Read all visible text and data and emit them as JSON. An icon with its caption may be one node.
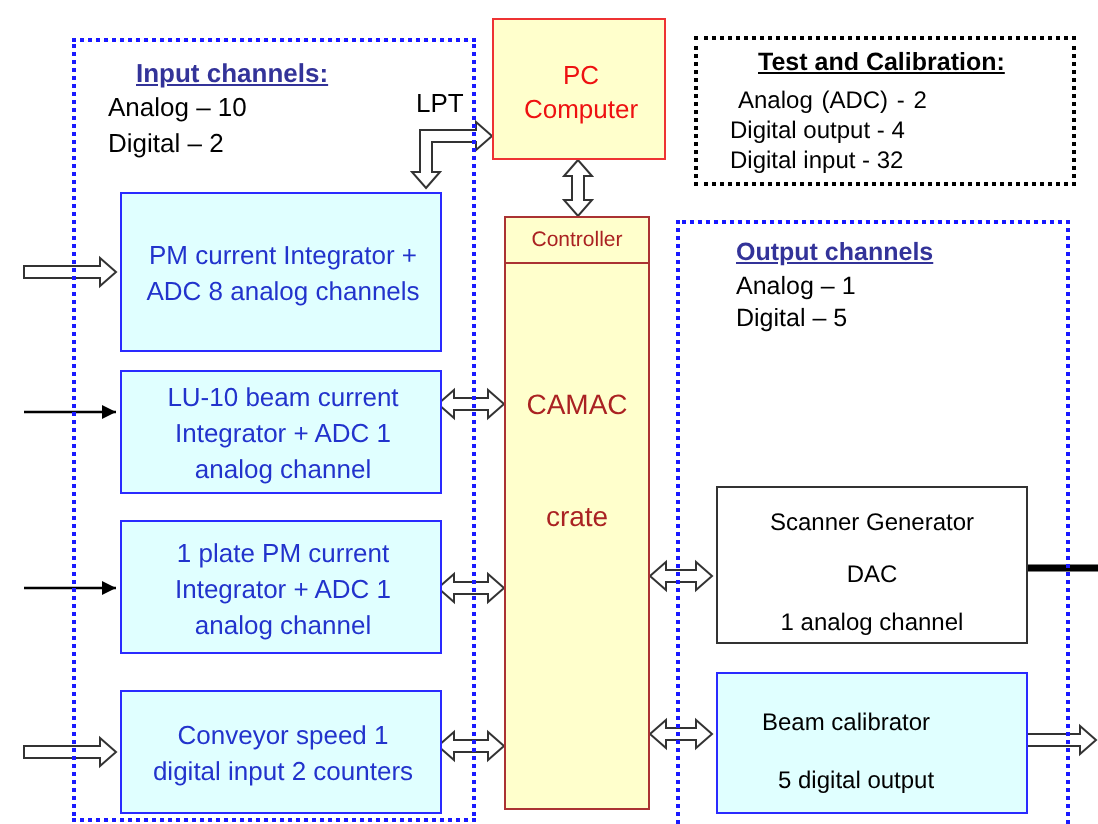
{
  "diagram": {
    "nodes": [
      {
        "text": [
          "Input channels:",
          "Analog – 10",
          "Digital – 2"
        ]
      },
      {
        "text": [
          "PM current Integrator + ADC 8 analog channels"
        ],
        "in": 0
      },
      {
        "text": [
          "LU-10 beam current Integrator + ADC 1 analog channel"
        ],
        "in": 0
      },
      {
        "text": [
          "1 plate PM current Integrator + ADC 1 analog channel"
        ],
        "in": 0
      },
      {
        "text": [
          "Conveyor speed 1 digital input 2 counters"
        ],
        "in": 0
      },
      {
        "text": [
          "PC Computer"
        ]
      },
      {
        "text": [
          "Controller",
          "CAMAC",
          "crate"
        ]
      },
      {
        "text": [
          "Test and Calibration:",
          "Analog (ADC) - 2",
          "Digital output - 4",
          "Digital input - 32"
        ]
      },
      {
        "text": [
          "Output channels",
          "Analog – 1",
          "Digital – 5"
        ]
      },
      {
        "text": [
          "Scanner Generator",
          "DAC",
          "1 analog channel"
        ],
        "in": 8
      },
      {
        "text": [
          "Beam calibrator",
          "5 digital output"
        ],
        "in": 8
      }
    ],
    "edges": [
      {
        "from": null,
        "to": 1,
        "arrow": "to"
      },
      {
        "from": null,
        "to": 2,
        "arrow": "to",
        "color": "#000000"
      },
      {
        "from": null,
        "to": 3,
        "arrow": "to",
        "color": "#000000"
      },
      {
        "from": null,
        "to": 4,
        "arrow": "to"
      },
      {
        "from": 1,
        "to": 5,
        "arrow": "both",
        "label": "LPT"
      },
      {
        "from": 5,
        "to": 6,
        "arrow": "both"
      },
      {
        "from": 2,
        "to": 6,
        "arrow": "both"
      },
      {
        "from": 3,
        "to": 6,
        "arrow": "both"
      },
      {
        "from": 4,
        "to": 6,
        "arrow": "both"
      },
      {
        "from": 6,
        "to": 9,
        "arrow": "both"
      },
      {
        "from": 6,
        "to": 10,
        "arrow": "both"
      },
      {
        "from": 9,
        "to": null,
        "arrow": "none",
        "style": "thick",
        "color": "#000000"
      },
      {
        "from": 10,
        "to": null,
        "arrow": "to"
      }
    ]
  }
}
